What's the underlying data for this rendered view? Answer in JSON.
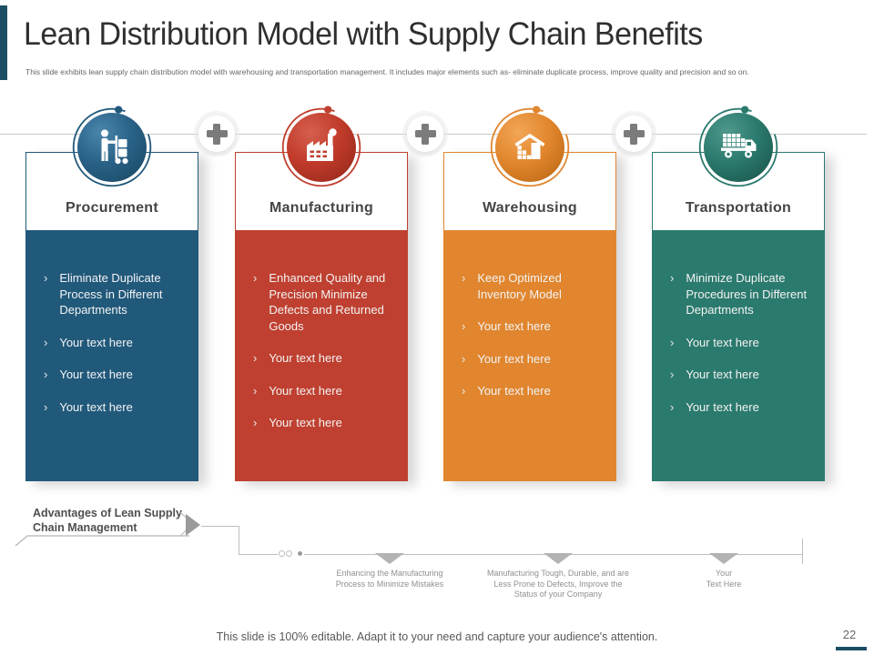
{
  "slide": {
    "title": "Lean Distribution Model with Supply Chain Benefits",
    "subtitle": "This slide exhibits lean supply chain distribution model with warehousing and transportation management. It includes major elements such as- eliminate duplicate process, improve quality and precision and so on.",
    "footer": "This slide is 100% editable. Adapt it to your need and capture your audience's attention.",
    "page_number": "22"
  },
  "columns": [
    {
      "title": "Procurement",
      "icon": "worker-cart-icon",
      "color": "#21597b",
      "bullets": [
        "Eliminate Duplicate Process in Different Departments",
        "Your text here",
        "Your text here",
        "Your text here"
      ]
    },
    {
      "title": "Manufacturing",
      "icon": "factory-icon",
      "color": "#bf4030",
      "bullets": [
        "Enhanced Quality and Precision Minimize Defects and Returned Goods",
        "Your text here",
        "Your text here",
        "Your text here"
      ]
    },
    {
      "title": "Warehousing",
      "icon": "warehouse-icon",
      "color": "#e1862f",
      "bullets": [
        "Keep Optimized Inventory Model",
        "Your text here",
        "Your text here",
        "Your text here"
      ]
    },
    {
      "title": "Transportation",
      "icon": "delivery-truck-icon",
      "color": "#2b7a6e",
      "bullets": [
        "Minimize Duplicate Procedures in Different Departments",
        "Your text here",
        "Your text here",
        "Your text here"
      ]
    }
  ],
  "advantages": {
    "label": "Advantages of Lean Supply Chain Management",
    "milestones": [
      "Enhancing the Manufacturing\nProcess to Minimize Mistakes",
      "Manufacturing Tough, Durable, and are\nLess Prone to Defects, Improve the\nStatus of your Company",
      "Your\nText Here"
    ]
  },
  "ui": {
    "bullet_char": "›",
    "colors": {
      "accent_navy": "#1c4e63",
      "procurement_blue": "#21597b",
      "manufacturing_red": "#bf4030",
      "warehousing_orange": "#e1862f",
      "transportation_teal": "#2b7a6e",
      "connector_gray": "#bdbdbd",
      "plus_gray": "#7b7b7b"
    }
  }
}
